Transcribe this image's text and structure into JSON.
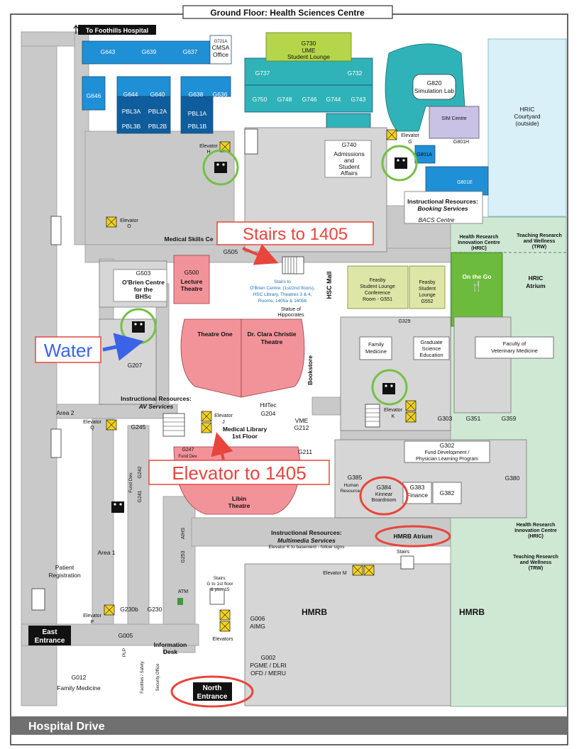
{
  "title": "Ground Floor: Health Sciences Centre",
  "street": "Hospital Drive",
  "to_foothills": "To Foothills Hospital",
  "colors": {
    "corridor": "#c9c9c9",
    "room_gray": "#d6d6d6",
    "blue": "#1f8fd6",
    "dark_blue": "#0f5d9c",
    "teal": "#2fb3b8",
    "light_blue": "#d9f0f8",
    "lime": "#b5d64a",
    "olive": "#dde6a6",
    "pink": "#f2939a",
    "green": "#6cbb3c",
    "light_green": "#cfe8d4",
    "lavender": "#c9c2e6",
    "yellow": "#f5d21a",
    "red": "#e8453c",
    "annotation_blue": "#3b63e8",
    "annotation_green": "#74c043"
  },
  "annotations": {
    "stairs": "Stairs to 1405",
    "water": "Water",
    "elevator": "Elevator to 1405"
  },
  "rooms": {
    "g643": "G643",
    "g639": "G639",
    "g637": "G637",
    "cmsa_num": "G721A",
    "cmsa1": "CMSA",
    "cmsa2": "Office",
    "g646": "G646",
    "g644": "G644",
    "g640": "G640",
    "g638": "G638",
    "g636": "G636",
    "pbl3a": "PBL3A",
    "pbl2a": "PBL2A",
    "pbl3b": "PBL3B",
    "pbl2b": "PBL2B",
    "pbl1a": "PBL1A",
    "pbl1b": "PBL1B",
    "g730": "G730",
    "ume1": "UME",
    "ume2": "Student Lounge",
    "g737": "G737",
    "g732": "G732",
    "g750": "G750",
    "g748": "G748",
    "g746": "G746",
    "g744": "G744",
    "g743": "G743",
    "g820": "G820",
    "simlab": "Simulation Lab",
    "sim": "SIM Centre",
    "hric_court1": "HRIC",
    "hric_court2": "Courtyard",
    "hric_court3": "(outside)",
    "elev_g1": "Elevator",
    "elev_g2": "G",
    "g801a": "G801A",
    "g801h": "G801H",
    "g801e": "G801E",
    "g740": "G740",
    "adm1": "Admissions",
    "adm2": "and",
    "adm3": "Student",
    "adm4": "Affairs",
    "ir_booking1": "Instructional Resources:",
    "ir_booking2": "Booking Services",
    "bacs": "BACS Centre",
    "elev_h1": "Elevator",
    "elev_h2": "H",
    "elev_o1": "Elevator",
    "elev_o2": "O",
    "msc": "Medical Skills Ce",
    "g505": "G505",
    "hric_left1": "Health Research",
    "hric_left2": "Innovation Centre",
    "hric_left3": "(HRIC)",
    "trw_top1": "Teaching Research",
    "trw_top2": "and Wellness",
    "trw_top3": "(TRW)",
    "onthego": "On the Go",
    "hric_atrium1": "HRIC",
    "hric_atrium2": "Atrium",
    "g503": "G503",
    "obrien1": "O'Brien Centre",
    "obrien2": "for the",
    "obrien3": "BHSc",
    "g500": "G500",
    "lecture1": "Lecture",
    "lecture2": "Theatre",
    "stairs_note1": "Stairs to",
    "stairs_note2": "O'Brien Centre, (1st/2nd floors),",
    "stairs_note3": "HSC Library, Theatres 3 & 4,",
    "stairs_note4": "Rooms, 1405a & 1405b",
    "hscmall": "HSC Mall",
    "feasby1_a": "Feasby",
    "feasby1_b": "Student Lounge",
    "feasby1_c": "Conference",
    "feasby1_d": "Room - G551",
    "feasby2_a": "Feasby",
    "feasby2_b": "Student",
    "feasby2_c": "Lounge",
    "feasby2_d": "G552",
    "statue1": "Statue of",
    "statue2": "Hippocrates",
    "g329": "G329",
    "theatre1": "Theatre One",
    "christie1": "Dr. Clara Christie",
    "christie2": "Theatre",
    "bookstore": "Bookstore",
    "fammed1": "Family",
    "fammed2": "Medicine",
    "gse1": "Graduate",
    "gse2": "Science",
    "gse3": "Education",
    "vet1": "Faculty of",
    "vet2": "Veterinary Medicine",
    "g207": "G207",
    "ir_av1": "Instructional Resources:",
    "ir_av2": "AV Services",
    "area2": "Area 2",
    "elev_q1": "Elevator",
    "elev_q2": "Q",
    "g245": "G245",
    "elev_j1": "Elevator",
    "elev_j2": "J",
    "hiltec": "HilTec",
    "g204": "G204",
    "medlib1": "Medical Library",
    "medlib2": "1st Floor",
    "vme": "VME",
    "g212": "G212",
    "elev_k1": "Elevator",
    "elev_k2": "K",
    "g303": "G303",
    "g351": "G351",
    "g359": "G359",
    "g247": "G247",
    "funddev_small": "Fund Dev.",
    "g211": "G211",
    "g302": "G302",
    "fd1": "Fund Development /",
    "fd2": "Physician Learning Program",
    "fund_dev": "Fund Dev.",
    "g242": "G242",
    "g241": "G241",
    "libin1": "Libin",
    "libin2": "Theatre",
    "g385": "G385",
    "hr1": "Human",
    "hr2": "Resources",
    "g384": "G384",
    "kinnear1": "Kinnear",
    "kinnear2": "Boardroom",
    "g383": "G383",
    "finance": "Finance",
    "g382": "G382",
    "g380": "G380",
    "aihs": "AIHS",
    "g253": "G253",
    "ir_mm1": "Instructional Resources:",
    "ir_mm2": "Multimedia Services",
    "ir_mm3": "Elevator K to basement - follow signs",
    "hmrb_atrium": "HMRB Atrium",
    "hric_right1": "Health Research",
    "hric_right2": "Innovation Centre",
    "hric_right3": "(HRIC)",
    "trw_right1": "Teaching Research",
    "trw_right2": "and Wellness",
    "trw_right3": "(TRW)",
    "stairs_small": "Stairs",
    "area1": "Area 1",
    "patient1": "Patient",
    "patient2": "Registration",
    "elev_m": "Elevator M",
    "stairs_g1": "Stairs:",
    "stairs_g2": "G to 1st floor",
    "stairs_g3": "& plus 15",
    "atm": "ATM",
    "hmrb1": "HMRB",
    "hmrb2": "HMRB",
    "elev_p1": "Elevator",
    "elev_p2": "P",
    "g230b": "G230b",
    "g230": "G230",
    "g006": "G006",
    "aimg": "AIMG",
    "east1": "East",
    "east2": "Entrance",
    "g005": "G005",
    "plp": "PLP",
    "info1": "Information",
    "info2": "Desk",
    "elevators": "Elevators",
    "g002": "G002",
    "pgme": "PGME / DLRI",
    "ofd": "OFD / MERU",
    "g012": "G012",
    "fam_med_bottom": "Family Medicine",
    "fac_safety": "Facilities / Safety",
    "sec_office": "Security Office",
    "north1": "North",
    "north2": "Entrance"
  }
}
